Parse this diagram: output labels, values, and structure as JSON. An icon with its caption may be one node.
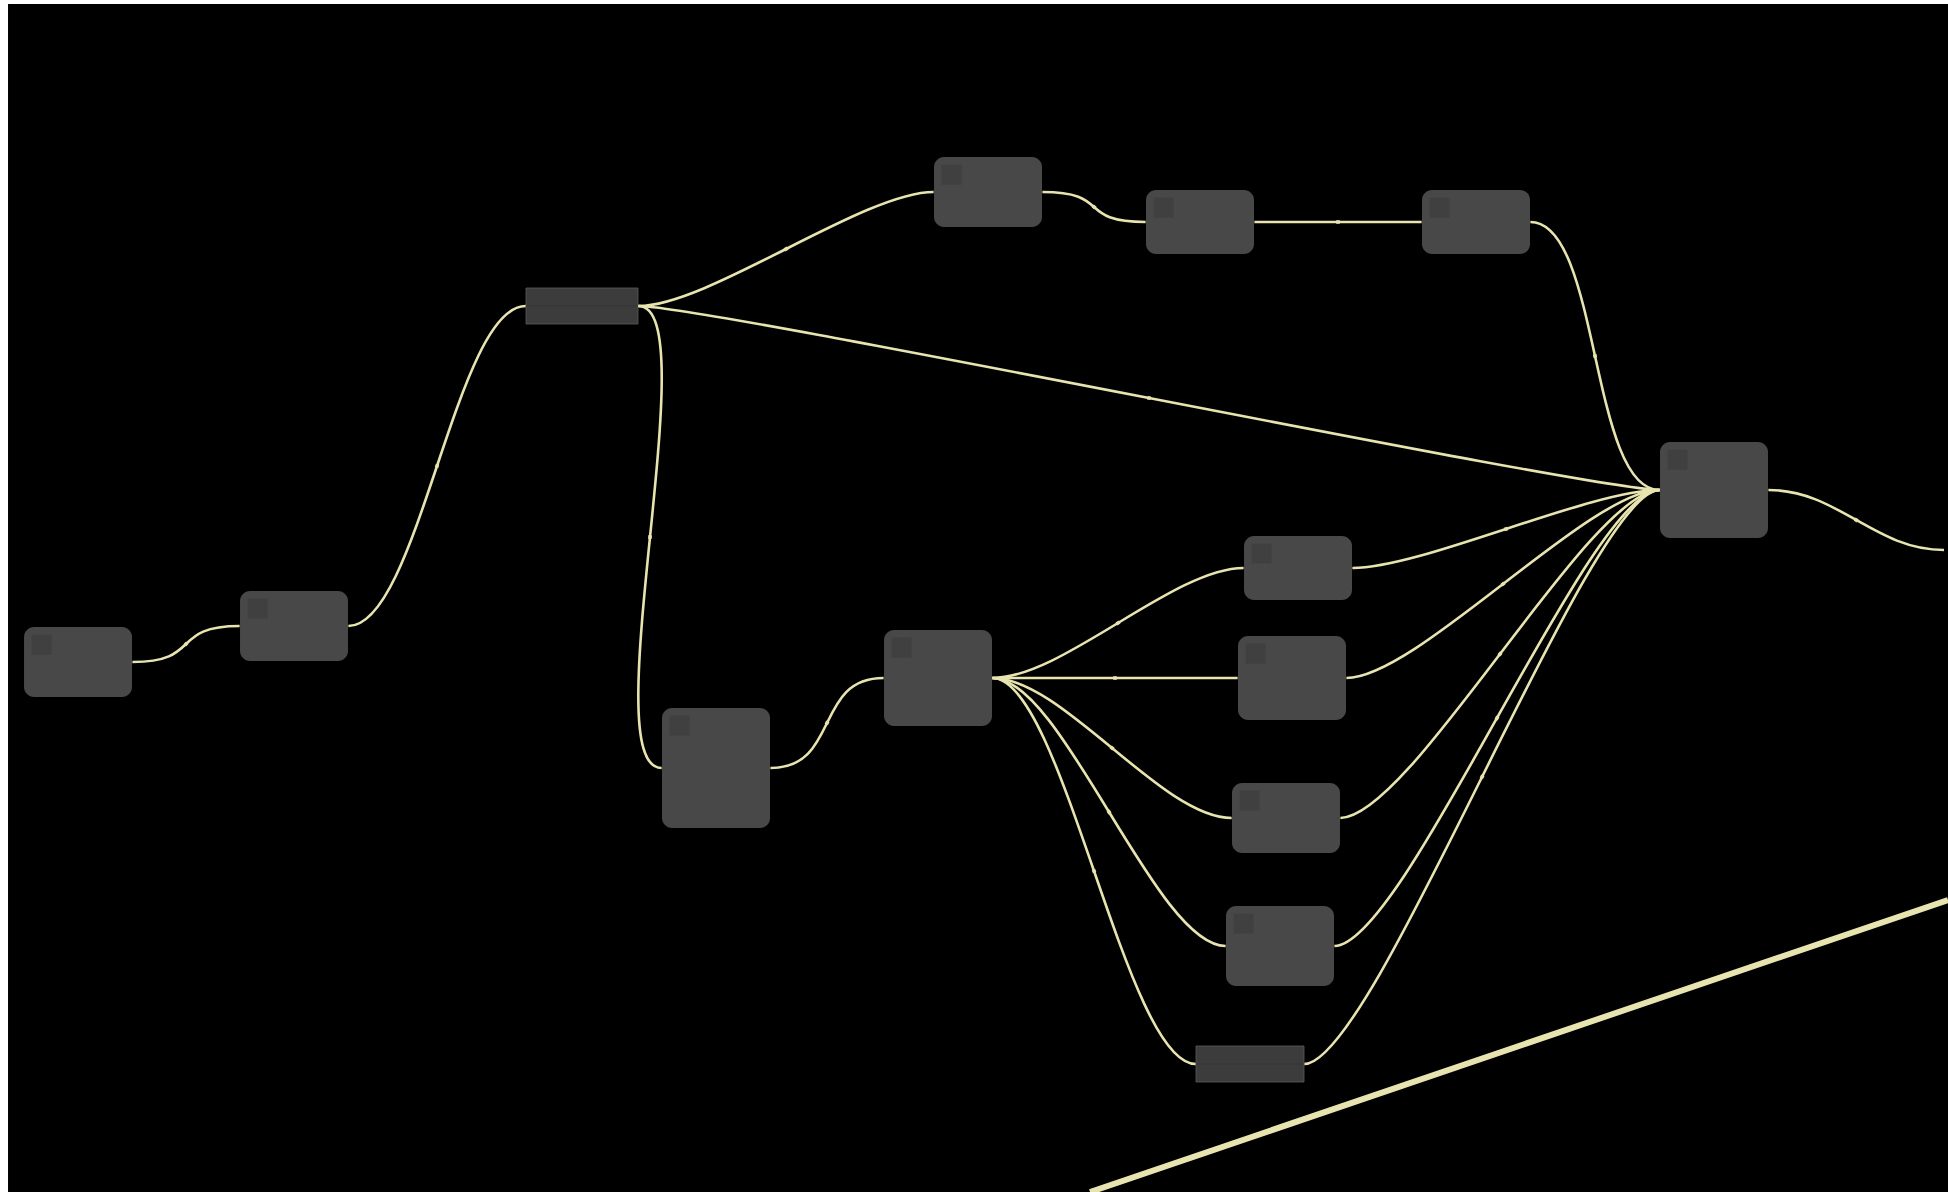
{
  "diagram": {
    "nodes": [
      {
        "text": [],
        "shape": "box"
      },
      {
        "text": [],
        "shape": "box"
      },
      {
        "text": [],
        "shape": "bar"
      },
      {
        "text": [],
        "shape": "box"
      },
      {
        "text": [],
        "shape": "box"
      },
      {
        "text": [],
        "shape": "box"
      },
      {
        "text": [],
        "shape": "box"
      },
      {
        "text": [],
        "shape": "box"
      },
      {
        "text": [],
        "shape": "box"
      },
      {
        "text": [],
        "shape": "box"
      },
      {
        "text": [],
        "shape": "box"
      },
      {
        "text": [],
        "shape": "box"
      },
      {
        "text": [],
        "shape": "bar"
      },
      {
        "text": [],
        "shape": "box"
      }
    ],
    "edges": [
      {
        "from": 0,
        "to": 1,
        "arrow": "none"
      },
      {
        "from": 1,
        "to": 2,
        "arrow": "none"
      },
      {
        "from": 2,
        "to": 3,
        "arrow": "none"
      },
      {
        "from": 3,
        "to": 4,
        "arrow": "none"
      },
      {
        "from": 4,
        "to": 5,
        "arrow": "none"
      },
      {
        "from": 5,
        "to": 13,
        "arrow": "none"
      },
      {
        "from": 2,
        "to": 13,
        "arrow": "none"
      },
      {
        "from": 2,
        "to": 6,
        "arrow": "none"
      },
      {
        "from": 6,
        "to": 7,
        "arrow": "none"
      },
      {
        "from": 7,
        "to": 8,
        "arrow": "none"
      },
      {
        "from": 7,
        "to": 9,
        "arrow": "none"
      },
      {
        "from": 7,
        "to": 10,
        "arrow": "none"
      },
      {
        "from": 7,
        "to": 11,
        "arrow": "none"
      },
      {
        "from": 7,
        "to": 12,
        "arrow": "none"
      },
      {
        "from": 8,
        "to": 13,
        "arrow": "none"
      },
      {
        "from": 9,
        "to": 13,
        "arrow": "none"
      },
      {
        "from": 10,
        "to": 13,
        "arrow": "none"
      },
      {
        "from": 11,
        "to": 13,
        "arrow": "none"
      },
      {
        "from": 12,
        "to": 13,
        "arrow": "none"
      },
      {
        "from": 13,
        "to": null,
        "arrow": "none"
      }
    ]
  }
}
